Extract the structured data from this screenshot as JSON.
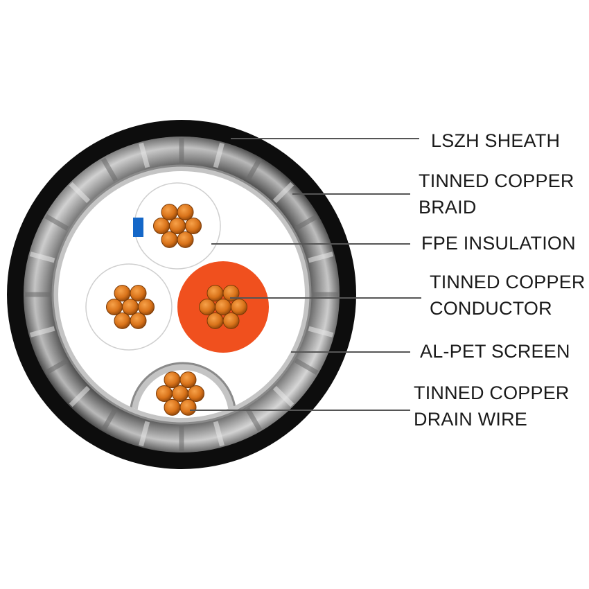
{
  "labels": {
    "lszh_sheath": "LSZH SHEATH",
    "braid_1": "TINNED COPPER",
    "braid_2": "BRAID",
    "fpe": "FPE INSULATION",
    "conductor_1": "TINNED COPPER",
    "conductor_2": "CONDUCTOR",
    "alpet": "AL-PET SCREEN",
    "drain_1": "TINNED COPPER",
    "drain_2": "DRAIN WIRE"
  },
  "colors": {
    "sheath": "#0d0d0d",
    "braid_light": "#f2f2f2",
    "braid_dark": "#3a3a3a",
    "screen": "#b8b8b8",
    "insulation_white": "#ffffff",
    "insulation_orange": "#f0501e",
    "copper": "#d9731a",
    "copper_dark": "#8a4208",
    "marker": "#1467c8",
    "leader": "#555555"
  },
  "icons": {
    "marker": "blue-stripe-marker"
  }
}
